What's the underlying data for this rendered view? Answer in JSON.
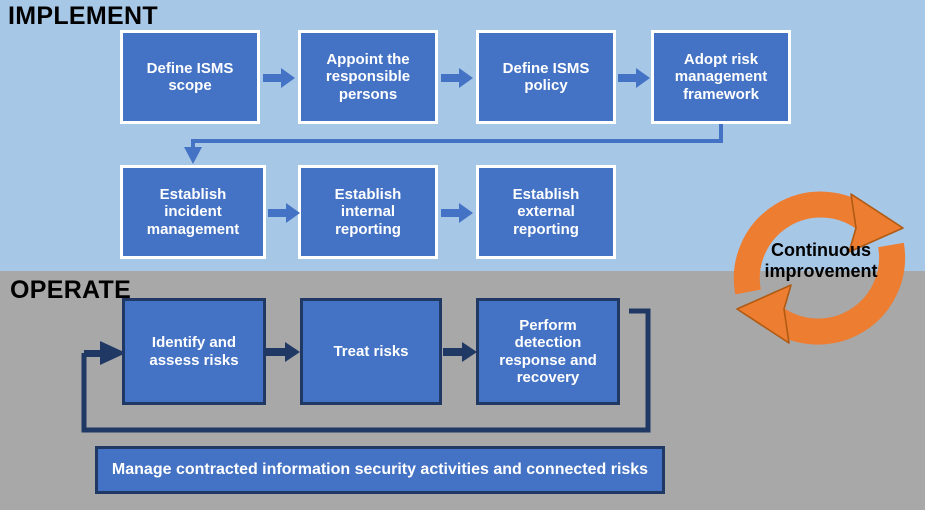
{
  "diagram": {
    "title": "ISMS Implement and Operate process flow",
    "colors": {
      "implement_band": "#a7c7e7",
      "operate_band": "#a8a8a8",
      "node_fill": "#4472c4",
      "node_border_implement": "#ffffff",
      "node_border_operate": "#1f3864",
      "arrow_implement": "#4472c4",
      "arrow_operate": "#1f3864",
      "cycle_arrow": "#ed7d31",
      "text_on_node": "#ffffff",
      "band_title": "#000000"
    }
  },
  "bands": {
    "implement": {
      "label": "IMPLEMENT"
    },
    "operate": {
      "label": "OPERATE"
    }
  },
  "implement": {
    "row1": [
      {
        "id": "define-isms-scope",
        "lines": [
          "Define ISMS",
          "scope"
        ]
      },
      {
        "id": "appoint-responsible-persons",
        "lines": [
          "Appoint  the",
          "responsible",
          "persons"
        ]
      },
      {
        "id": "define-isms-policy",
        "lines": [
          "Define ISMS",
          "policy"
        ]
      },
      {
        "id": "adopt-risk-management-framework",
        "lines": [
          "Adopt risk",
          "management",
          "framework"
        ]
      }
    ],
    "row2": [
      {
        "id": "establish-incident-management",
        "lines": [
          "Establish",
          "incident",
          "management"
        ]
      },
      {
        "id": "establish-internal-reporting",
        "lines": [
          "Establish",
          "internal",
          "reporting"
        ]
      },
      {
        "id": "establish-external-reporting",
        "lines": [
          "Establish",
          "external",
          "reporting"
        ]
      }
    ]
  },
  "operate": {
    "row1": [
      {
        "id": "identify-and-assess-risks",
        "lines": [
          "Identify and",
          "assess risks"
        ]
      },
      {
        "id": "treat-risks",
        "lines": [
          "Treat risks"
        ]
      },
      {
        "id": "perform-detection-response-recovery",
        "lines": [
          "Perform",
          "detection",
          "response and",
          "recovery"
        ]
      }
    ],
    "bar": {
      "id": "manage-contracted-risks",
      "label": "Manage contracted information security activities and connected risks"
    }
  },
  "cycle": {
    "label_lines": [
      "Continuous",
      "improvement"
    ],
    "label": "Continuous improvement"
  }
}
